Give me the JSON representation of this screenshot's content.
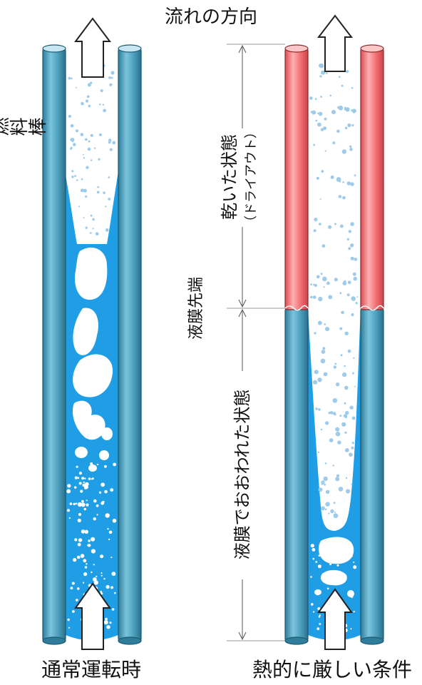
{
  "labels": {
    "flow_direction": "流れの方向",
    "fuel_rod": "燃料棒",
    "normal_operation": "通常運転時",
    "thermal_condition": "熱的に厳しい条件",
    "dry_state": "乾いた状態",
    "dryout": "（ドライアウト）",
    "film_tip": "液膜先端",
    "wet_state": "液膜でおおわれた状態"
  },
  "colors": {
    "rod_blue": "#4a9dbb",
    "rod_red": "#f06b6e",
    "liquid": "#1f9ee6",
    "bubble": "#9fcbea",
    "arrow_stroke": "#222222"
  },
  "icons": {
    "flow_arrow": "up-arrow-icon"
  }
}
